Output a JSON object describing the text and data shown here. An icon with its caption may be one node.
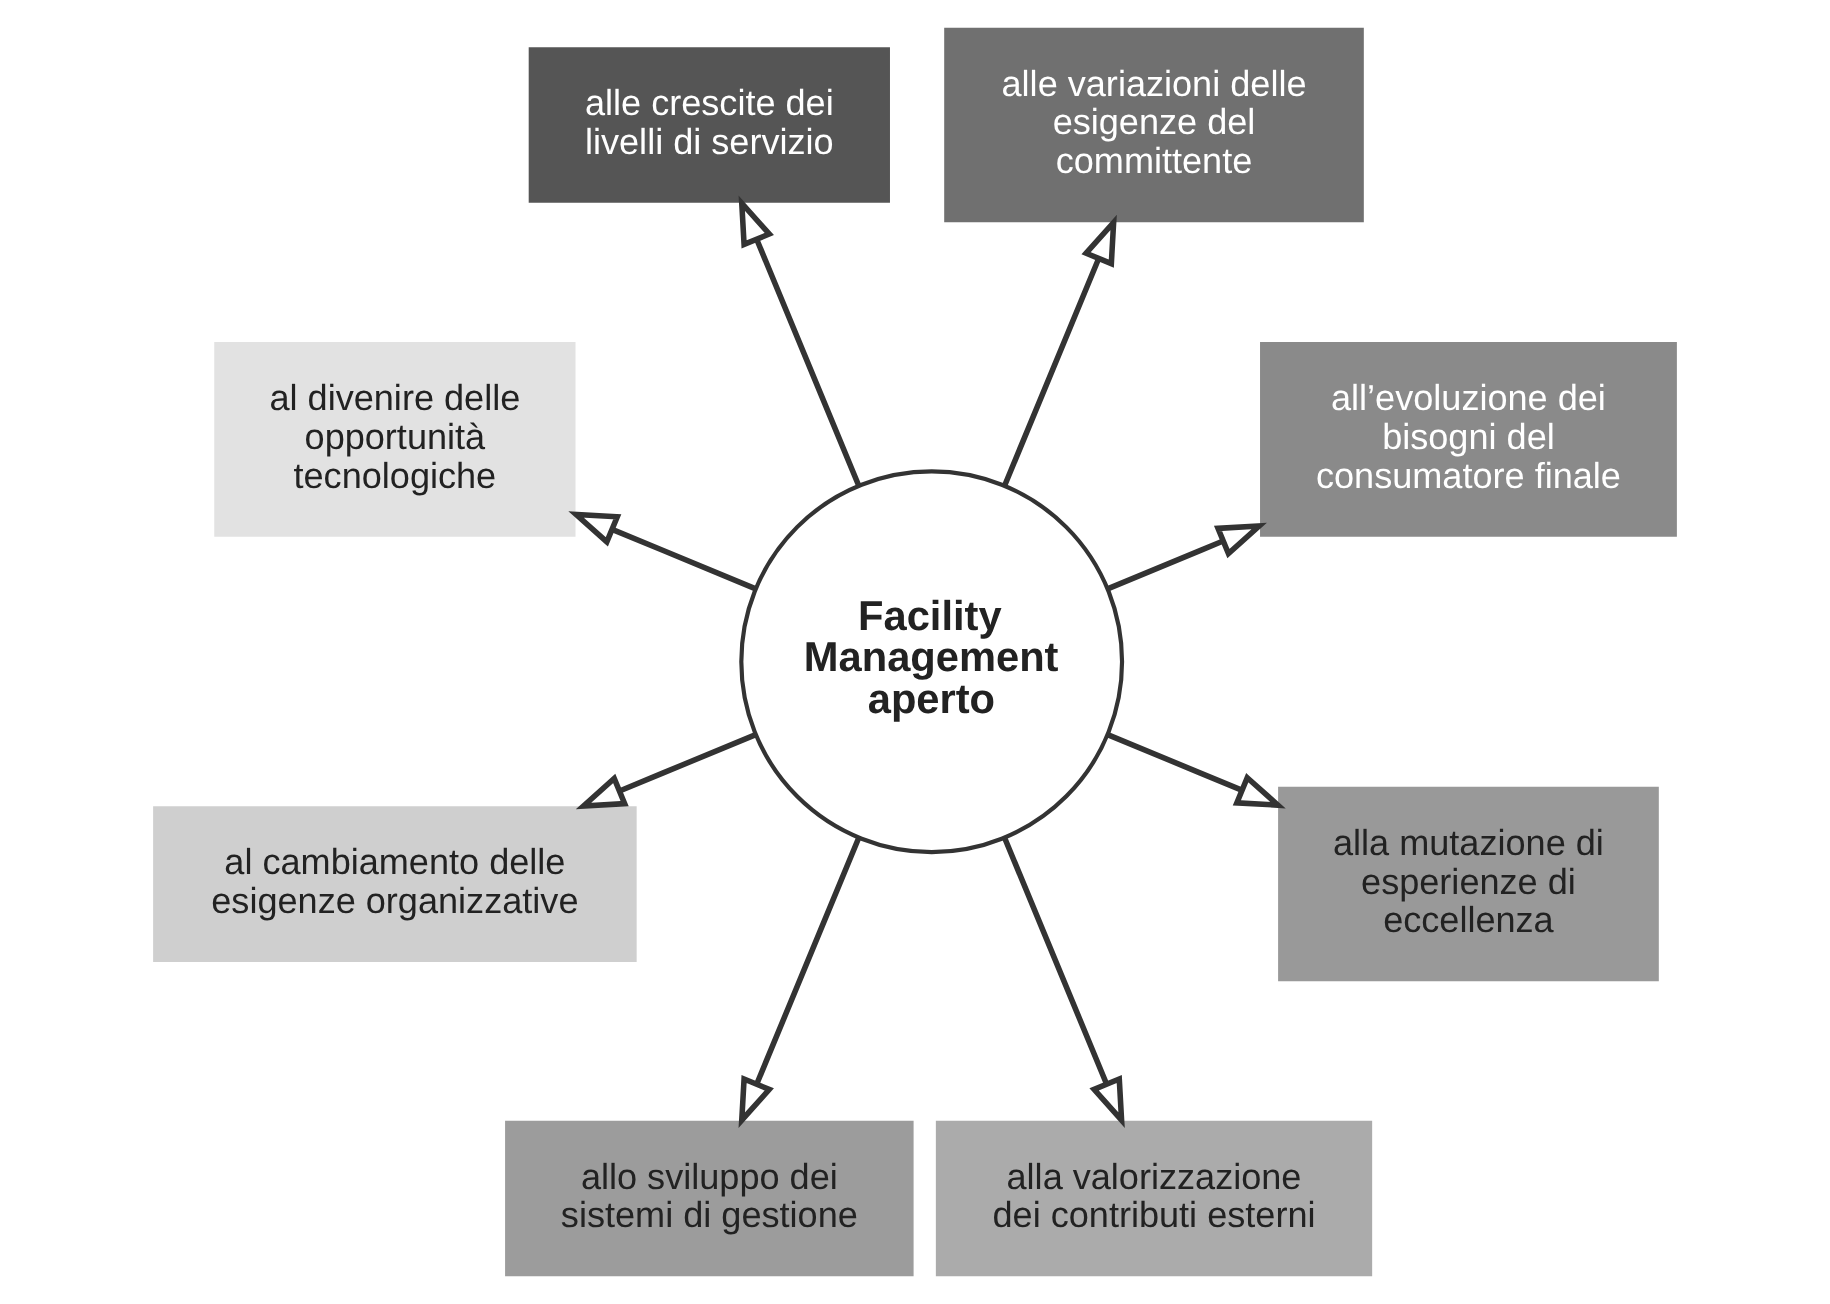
{
  "diagram": {
    "nodes": [
      {
        "text": [
          "Facility Management aperto"
        ]
      },
      {
        "text": [
          "all’evoluzione dei bisogni del consumatore finale"
        ]
      },
      {
        "text": [
          "alle variazioni delle esigenze del committente"
        ]
      },
      {
        "text": [
          "alle crescite dei livelli di servizio"
        ]
      },
      {
        "text": [
          "al divenire delle opportunità tecnologiche"
        ]
      },
      {
        "text": [
          "al cambiamento delle esigenze organizzative"
        ]
      },
      {
        "text": [
          "allo sviluppo dei sistemi di gestione"
        ]
      },
      {
        "text": [
          "alla valorizzazione dei contributi esterni"
        ]
      },
      {
        "text": [
          "alla mutazione di esperienze di eccellenza"
        ]
      }
    ],
    "edges": [
      {
        "from": 0,
        "to": 1,
        "arrow": "to"
      },
      {
        "from": 0,
        "to": 2,
        "arrow": "to"
      },
      {
        "from": 0,
        "to": 3,
        "arrow": "to"
      },
      {
        "from": 0,
        "to": 4,
        "arrow": "to"
      },
      {
        "from": 0,
        "to": 5,
        "arrow": "to"
      },
      {
        "from": 0,
        "to": 6,
        "arrow": "to"
      },
      {
        "from": 0,
        "to": 7,
        "arrow": "to"
      },
      {
        "from": 0,
        "to": 8,
        "arrow": "to"
      }
    ]
  }
}
